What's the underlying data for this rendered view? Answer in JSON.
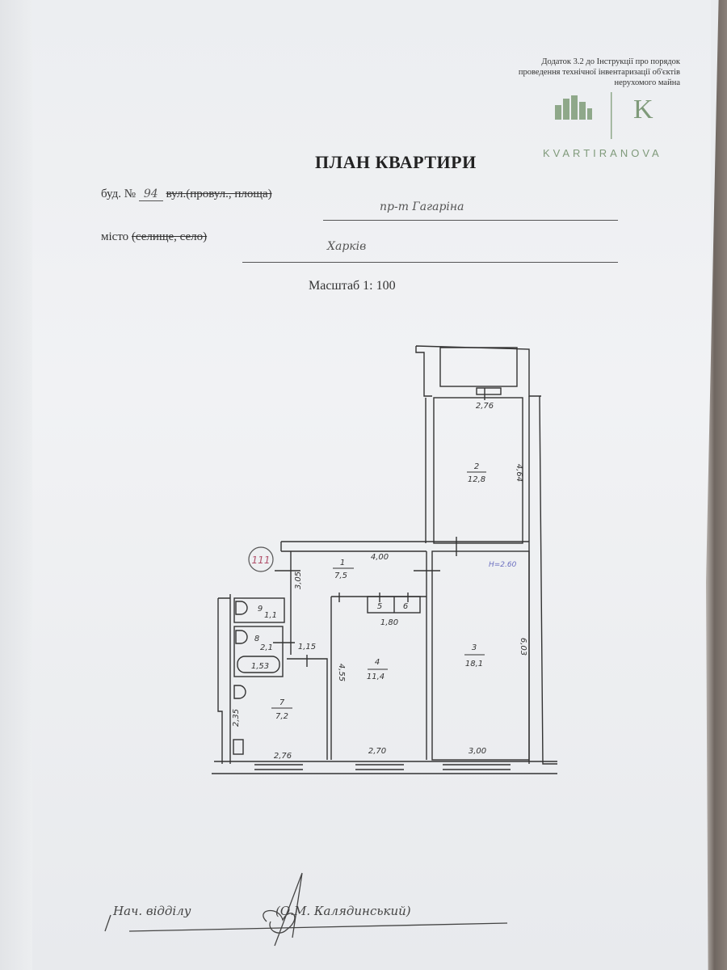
{
  "header": {
    "annex_lines": [
      "Додаток 3.2 до Інструкції про порядок",
      "проведення технічної інвентаризації об'єктів",
      "нерухомого майна"
    ],
    "logo_letter": "K",
    "logo_name": "KVARTIRANOVA"
  },
  "title": "ПЛАН КВАРТИРИ",
  "address": {
    "building_label": "буд. №",
    "building_number": "94",
    "street_label_struck": "вул.(провул., площа)",
    "street_value": "пр-т Гагаріна",
    "city_label": "місто",
    "city_label_struck": "(селище, село)",
    "city_value": "Харків"
  },
  "scale": "Масштаб 1: 100",
  "plan": {
    "apartment_number": "111",
    "ceiling_height": "H=2.60",
    "rooms": [
      {
        "number": "1",
        "area": "7,5"
      },
      {
        "number": "2",
        "area": "12,8"
      },
      {
        "number": "3",
        "area": "18,1"
      },
      {
        "number": "4",
        "area": "11,4"
      },
      {
        "number": "5"
      },
      {
        "number": "6"
      },
      {
        "number": "7",
        "area": "7,2"
      },
      {
        "number": "8",
        "area": "2,1"
      },
      {
        "number": "9",
        "area": "1,1"
      }
    ],
    "dimensions": {
      "balcony_width": "2,76",
      "room2_length": "4,64",
      "room1_width": "4,00",
      "room1_depth": "3,05",
      "closets_width": "1,80",
      "room3_length": "6,03",
      "room4_length": "4,55",
      "corridor_width": "1,15",
      "bath_length": "1,53",
      "kitchen_length": "2,35",
      "kitchen_width": "2,76",
      "room4_width": "2,70",
      "room3_width": "3,00"
    }
  },
  "signature": {
    "position": "Нач. відділу",
    "name": "(О.М. Калядинський)"
  },
  "colors": {
    "paper": "#eceef1",
    "logo_green": "#7f9a7a",
    "stamp_red": "#b0506a",
    "note_blue": "#6a6fc0"
  }
}
